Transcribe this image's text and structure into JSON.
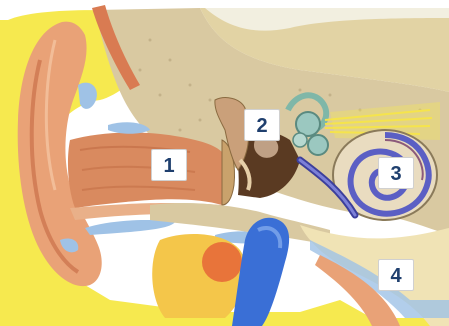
{
  "diagram": {
    "labels": [
      {
        "id": "1",
        "text": "1"
      },
      {
        "id": "2",
        "text": "2"
      },
      {
        "id": "3",
        "text": "3"
      },
      {
        "id": "4",
        "text": "4"
      }
    ],
    "colors": {
      "skin": "#e9a277",
      "skin_dark": "#c9704a",
      "cartilage": "#f6e94f",
      "bone": "#d9c9a1",
      "bone_texture": "#b5a27a",
      "cavity": "#5a3a22",
      "cochlea_blue": "#5b5fc4",
      "tube_blue": "#3a6fd6",
      "vein_light_blue": "#9fc2e6",
      "nerve_yellow": "#f5e24b",
      "label_text": "#1f3f6e"
    }
  }
}
